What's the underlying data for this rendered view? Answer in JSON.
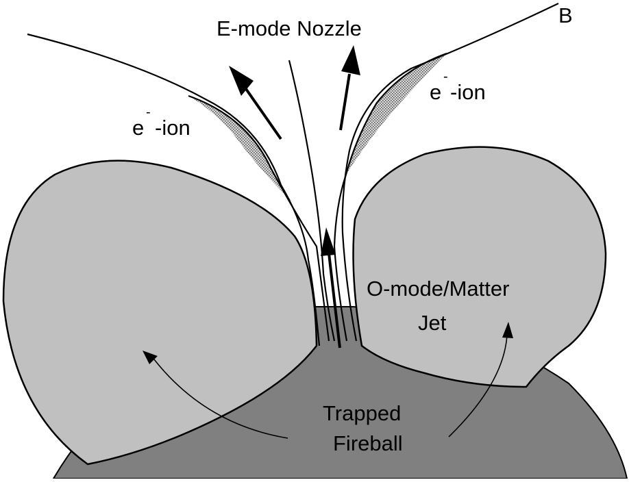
{
  "labels": {
    "nozzle": "E-mode Nozzle",
    "field": "B",
    "left_e": "e",
    "left_sup": "-",
    "left_ion": "-ion",
    "right_e": "e",
    "right_sup": "-",
    "right_ion": "-ion",
    "jet_line1": "O-mode/Matter",
    "jet_line2": "Jet",
    "fireball_line1": "Trapped",
    "fireball_line2": "Fireball"
  },
  "colors": {
    "background": "#ffffff",
    "fireball": "#808080",
    "lobes": "#c0c0c0",
    "ion_sheath": "#b0b0b0",
    "outline": "#000000"
  }
}
